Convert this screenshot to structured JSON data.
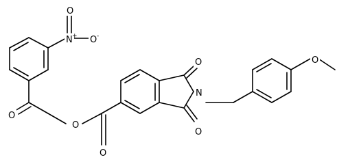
{
  "molecule": {
    "atoms": {
      "nitro_n": {
        "symbol": "N",
        "charge": "+"
      },
      "nitro_o_top": {
        "symbol": "O"
      },
      "nitro_o_right": {
        "symbol": "O",
        "charge": "-"
      },
      "ketone_o": {
        "symbol": "O"
      },
      "ester_o_link": {
        "symbol": "O"
      },
      "ester_o_carbonyl": {
        "symbol": "O"
      },
      "imide_o_top": {
        "symbol": "O"
      },
      "imide_n": {
        "symbol": "N"
      },
      "imide_o_bottom": {
        "symbol": "O"
      },
      "methoxy_o": {
        "symbol": "O"
      }
    }
  }
}
